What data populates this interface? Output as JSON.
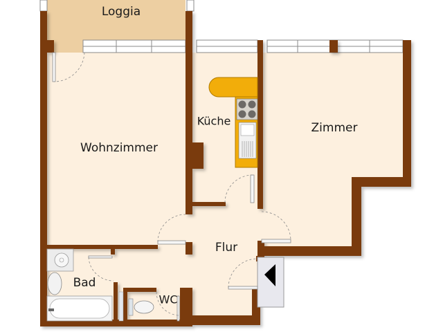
{
  "floorplan": {
    "colors": {
      "wall": "#7a3a08",
      "floor": "#fdf0df",
      "loggia": "#edcfa2",
      "kitchen_counter": "#f2ad0a",
      "window": "#ffffff",
      "background": "#ffffff"
    },
    "rooms": [
      {
        "id": "loggia",
        "label": "Loggia"
      },
      {
        "id": "wohnzimmer",
        "label": "Wohnzimmer"
      },
      {
        "id": "kueche",
        "label": "Küche"
      },
      {
        "id": "zimmer",
        "label": "Zimmer"
      },
      {
        "id": "flur",
        "label": "Flur"
      },
      {
        "id": "bad",
        "label": "Bad"
      },
      {
        "id": "wc",
        "label": "WC"
      }
    ],
    "entrance_marker": "entrance-arrow-left"
  }
}
